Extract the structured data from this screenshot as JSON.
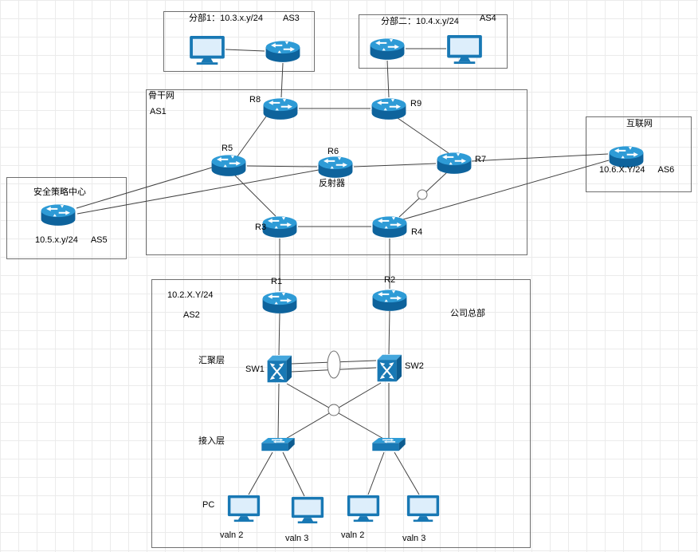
{
  "boxes": {
    "branch1": {
      "title": "分部1：10.3.x.y/24",
      "as_label": "AS3"
    },
    "branch2": {
      "title": "分部二：10.4.x.y/24",
      "as_label": "AS4"
    },
    "backbone": {
      "title": "骨干网",
      "as_label": "AS1"
    },
    "internet": {
      "title": "互联网",
      "subnet": "10.6.X.Y/24",
      "as_label": "AS6"
    },
    "security": {
      "title": "安全策略中心",
      "subnet": "10.5.x.y/24",
      "as_label": "AS5"
    },
    "hq": {
      "subnet": "10.2.X.Y/24",
      "as_label": "AS2",
      "title": "公司总部"
    }
  },
  "nodes": {
    "r1": "R1",
    "r2": "R2",
    "r3": "R3",
    "r4": "R4",
    "r5": "R5",
    "r6": "R6",
    "r7": "R7",
    "r8": "R8",
    "r9": "R9",
    "reflector": "反射器",
    "sw1": "SW1",
    "sw2": "SW2"
  },
  "labels": {
    "aggregation_layer": "汇聚层",
    "access_layer": "接入层",
    "pc": "PC",
    "vlans": [
      "valn 2",
      "valn 3",
      "valn 2",
      "valn 3"
    ]
  },
  "colors": {
    "device_blue": "#1878b4",
    "device_light_blue": "#2e9bd6",
    "device_dark_blue": "#0d5c90",
    "link_gray": "#414141"
  }
}
